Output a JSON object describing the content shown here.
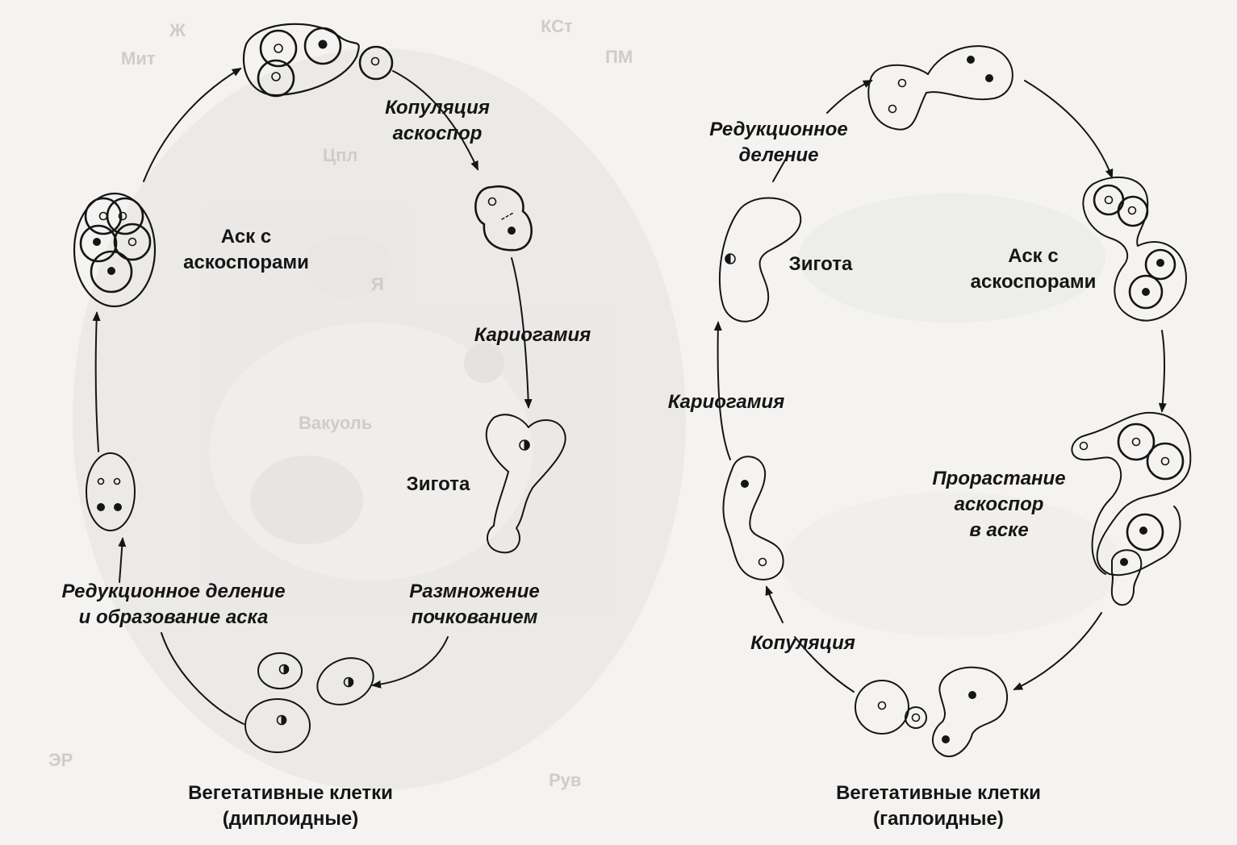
{
  "left_cycle": {
    "labels": {
      "ascospore_copulation": [
        "Копуляция",
        "аскоспор"
      ],
      "ascus_with_ascospores": [
        "Аск с",
        "аскоспорами"
      ],
      "karyogamy": "Кариогамия",
      "zygote": "Зигота",
      "reduction_division": [
        "Редукционное деление",
        "и образование аска"
      ],
      "budding": [
        "Размножение",
        "почкованием"
      ],
      "vegetative_cells": [
        "Вегетативные клетки",
        "(диплоидные)"
      ]
    }
  },
  "right_cycle": {
    "labels": {
      "reduction_division": [
        "Редукционное",
        "деление"
      ],
      "zygote": "Зигота",
      "ascus_with_ascospores": [
        "Аск с",
        "аскоспорами"
      ],
      "karyogamy": "Кариогамия",
      "germination": [
        "Прорастание",
        "аскоспор",
        "в аске"
      ],
      "copulation": "Копуляция",
      "vegetative_cells": [
        "Вегетативные клетки",
        "(гаплоидные)"
      ]
    }
  },
  "background_labels": [
    "Ж",
    "Мит",
    "КСт",
    "ПМ",
    "Цпл",
    "Я",
    "Вакуоль",
    "ЭР",
    "Рув"
  ],
  "colors": {
    "ink": "#151515",
    "paper": "#f4f3f1",
    "ghost": "#cfcdca"
  }
}
